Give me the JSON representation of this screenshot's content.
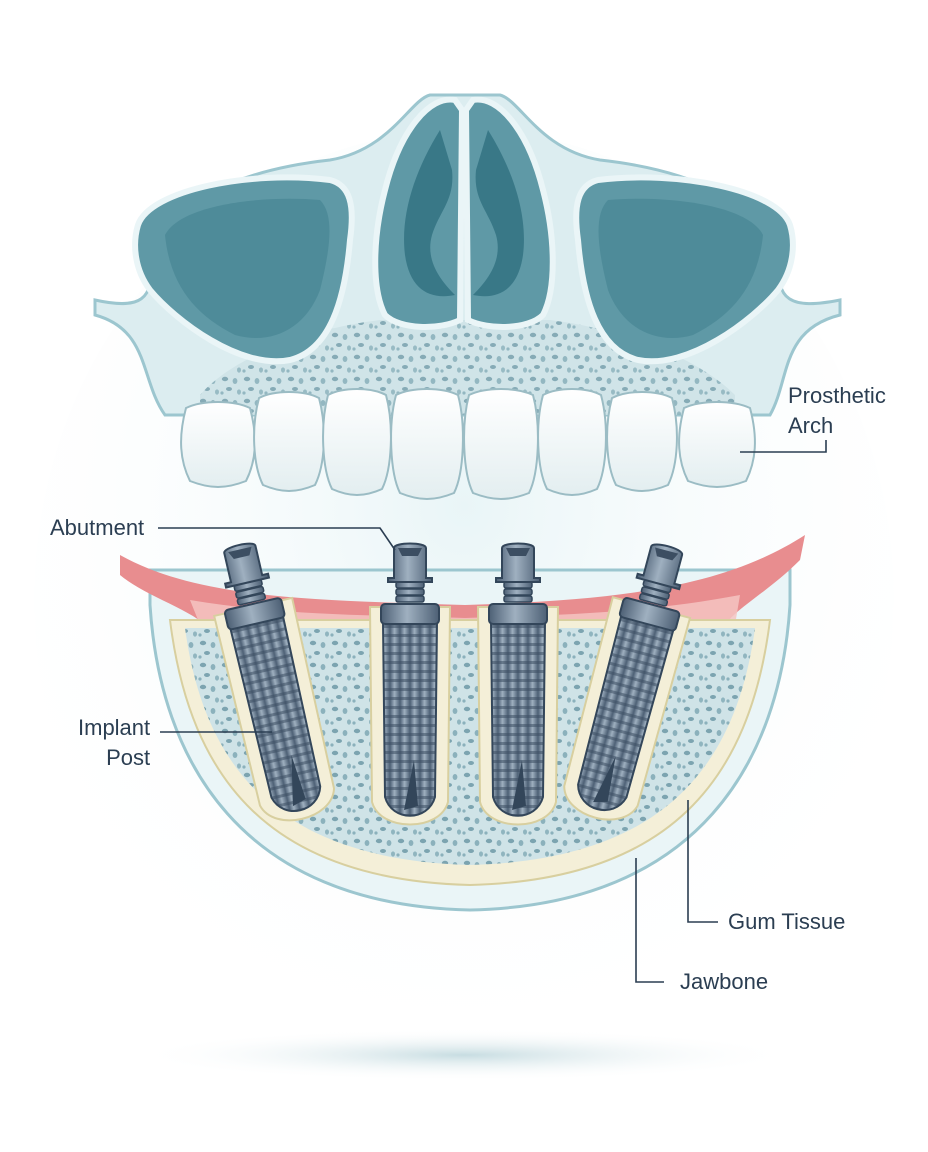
{
  "labels": {
    "prosthetic_arch": [
      "Prosthetic",
      "Arch"
    ],
    "abutment": "Abutment",
    "implant_post": [
      "Implant",
      "Post"
    ],
    "gum_tissue": "Gum Tissue",
    "jawbone": "Jawbone"
  },
  "colors": {
    "sinus_dark": "#3f7f8e",
    "sinus_mid": "#6aa3ae",
    "bone_light": "#dcedf0",
    "bone_spot": "#6c9aa8",
    "gum": "#e88d8f",
    "gum_light": "#f4c4c2",
    "cortical": "#f4efd8",
    "jaw_outline": "#cfe6ea",
    "tooth": "#fbfdfd",
    "implant": "#5f7387",
    "leader": "#2b3e52"
  },
  "implants": [
    {
      "name": "implant-1",
      "tilt": -13
    },
    {
      "name": "implant-2",
      "tilt": 0
    },
    {
      "name": "implant-3",
      "tilt": 0
    },
    {
      "name": "implant-4",
      "tilt": 15
    }
  ],
  "teeth_count": 8
}
